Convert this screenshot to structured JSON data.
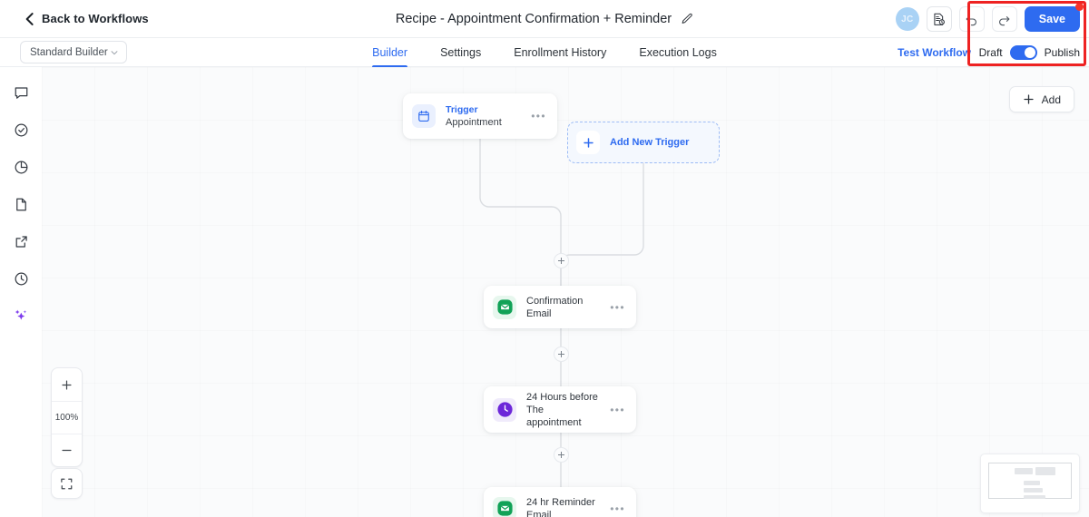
{
  "topbar": {
    "back_label": "Back to Workflows",
    "back_icon": "chevron-left-icon",
    "recipe_title": "Recipe - Appointment Confirmation + Reminder",
    "edit_icon": "pencil-icon",
    "avatar_initials": "JC",
    "version_icon": "document-history-icon",
    "undo_icon": "undo-arrow-icon",
    "redo_icon": "redo-arrow-icon",
    "save_label": "Save",
    "save_has_unsaved_dot": true,
    "accent_color": "#2e6bf0",
    "unsaved_dot_color": "#f5352b"
  },
  "subbar": {
    "builder_select_value": "Standard Builder",
    "builder_select_icon": "chevron-down-icon",
    "tabs": [
      {
        "label": "Builder",
        "active": true
      },
      {
        "label": "Settings",
        "active": false
      },
      {
        "label": "Enrollment History",
        "active": false
      },
      {
        "label": "Execution Logs",
        "active": false
      }
    ],
    "test_workflow_label": "Test Workflow",
    "draft_label": "Draft",
    "publish_label": "Publish",
    "toggle_state": "draft"
  },
  "highlight": {
    "color": "#ee2222",
    "target": "save-and-publish-controls"
  },
  "rail": {
    "items": [
      {
        "icon": "comment-bubble-icon",
        "active": false
      },
      {
        "icon": "check-circle-icon",
        "active": false
      },
      {
        "icon": "pie-chart-icon",
        "active": false
      },
      {
        "icon": "document-icon",
        "active": false
      },
      {
        "icon": "external-link-icon",
        "active": false
      },
      {
        "icon": "clock-history-icon",
        "active": false
      },
      {
        "icon": "sparkles-ai-icon",
        "active": true
      }
    ],
    "active_color": "#7c3aed",
    "idle_color": "#353b43"
  },
  "canvas": {
    "add_button_label": "Add",
    "add_button_icon": "plus-icon",
    "zoom_level": "100%",
    "zoom_in_icon": "plus-icon",
    "zoom_out_icon": "minus-icon",
    "fit_view_icon": "fit-screen-icon",
    "nodes": [
      {
        "id": "trigger",
        "icon": "calendar-icon",
        "icon_tone": "blue",
        "title": "Trigger",
        "subtitle": "Appointment",
        "menu_icon": "ellipsis-icon"
      },
      {
        "id": "add-new-trigger",
        "icon": "plus-icon",
        "label": "Add New Trigger"
      },
      {
        "id": "confirmation-email",
        "icon": "email-icon",
        "icon_tone": "green",
        "label": "Confirmation Email",
        "menu_icon": "ellipsis-icon"
      },
      {
        "id": "delay",
        "icon": "clock-icon",
        "icon_tone": "purple",
        "label": "24 Hours before The appointment",
        "label_line1": "24 Hours before The",
        "label_line2": "appointment",
        "menu_icon": "ellipsis-icon"
      },
      {
        "id": "reminder-email",
        "icon": "email-icon",
        "icon_tone": "green",
        "label": "24 hr Reminder Email",
        "menu_icon": "ellipsis-icon"
      }
    ],
    "connector_add_icon": "plus-icon"
  },
  "minimap": {
    "name": "canvas-minimap"
  }
}
